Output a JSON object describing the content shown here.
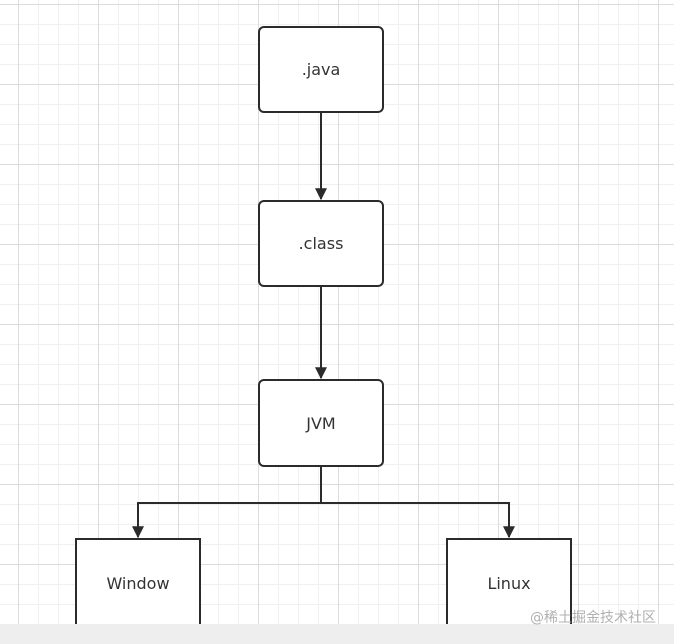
{
  "nodes": {
    "java": ".java",
    "class": ".class",
    "jvm": "JVM",
    "window": "Window",
    "linux": "Linux"
  },
  "watermark": "@稀土掘金技术社区",
  "colors": {
    "stroke": "#2b2b2b",
    "text": "#333333",
    "grid": "#dcdcdc"
  }
}
